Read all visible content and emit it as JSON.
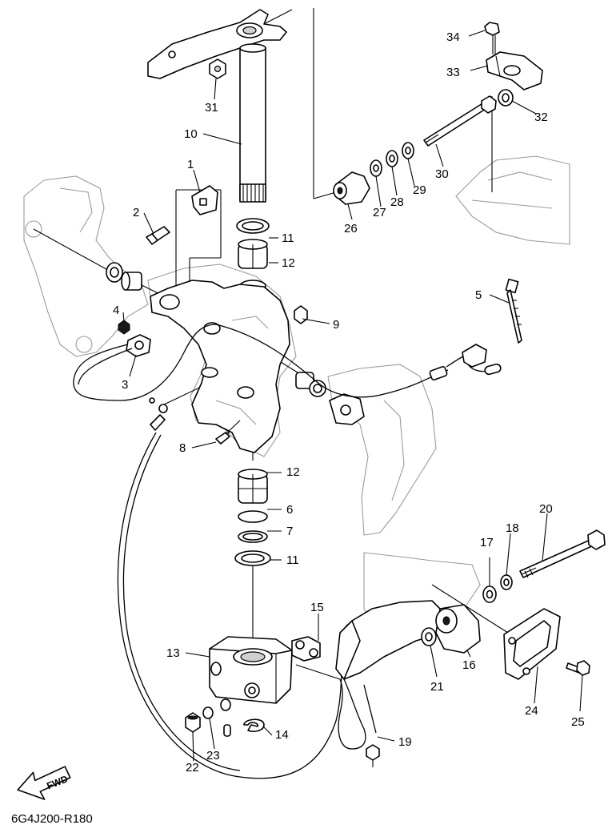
{
  "diagram": {
    "code": "6G4J200-R180",
    "fwd_label": "FWD",
    "callouts": [
      "1",
      "2",
      "3",
      "4",
      "5",
      "6",
      "7",
      "8",
      "9",
      "10",
      "11",
      "11",
      "12",
      "12",
      "13",
      "14",
      "15",
      "16",
      "17",
      "18",
      "19",
      "20",
      "21",
      "22",
      "23",
      "24",
      "25",
      "26",
      "27",
      "28",
      "29",
      "30",
      "31",
      "32",
      "33",
      "34"
    ]
  }
}
